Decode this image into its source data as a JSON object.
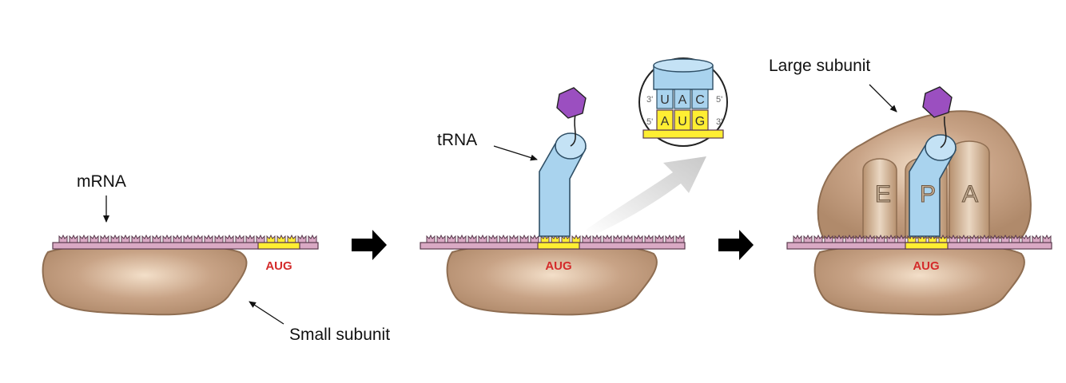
{
  "labels": {
    "mrna": "mRNA",
    "small_subunit": "Small subunit",
    "trna": "tRNA",
    "large_subunit": "Large subunit",
    "start_codon": "AUG"
  },
  "ribosome_sites": [
    "E",
    "P",
    "A"
  ],
  "inset": {
    "anticodon": [
      "U",
      "A",
      "C"
    ],
    "codon": [
      "A",
      "U",
      "G"
    ],
    "anticodon_left_end": "3'",
    "anticodon_right_end": "5'",
    "codon_left_end": "5'",
    "codon_right_end": "3'"
  },
  "colors": {
    "ribosome": "#b38e6f",
    "mrna": "#d9a9c4",
    "start_codon": "#ffee33",
    "trna": "#a9d3ee",
    "amino_acid": "#9b4fc0",
    "label_red": "#d42b2b"
  }
}
